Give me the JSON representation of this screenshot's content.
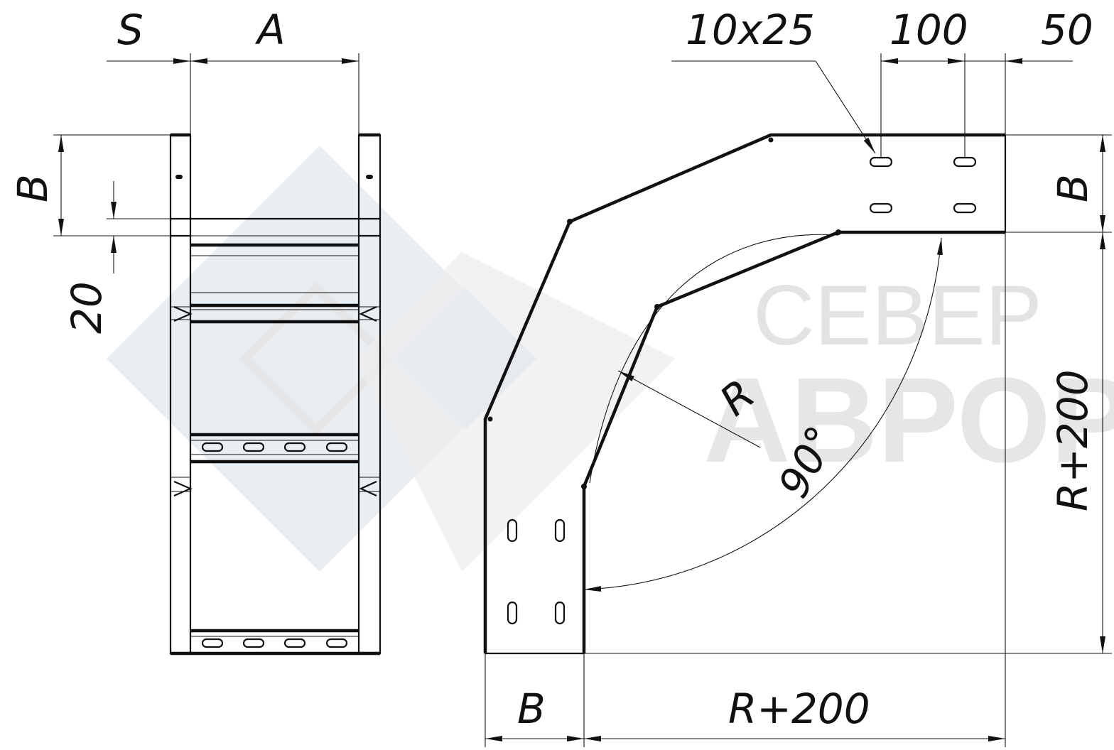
{
  "watermark": {
    "line1": "СЕВЕР",
    "line2": "АВРОРА",
    "color_light": "#dfe8ee",
    "color_blue": "#d6e6f3",
    "color_grey": "#e2e2e2"
  },
  "side_view": {
    "dims": {
      "s": "S",
      "a": "A",
      "b": "B",
      "rung": "20"
    }
  },
  "top_view": {
    "dims": {
      "slot": "10x25",
      "hole_pitch": "100",
      "edge_offset": "50",
      "b_right": "B",
      "radius": "R",
      "angle": "90°",
      "r_plus_vertical": "R+200",
      "b_bottom": "B",
      "r_plus_horizontal": "R+200"
    }
  },
  "colors": {
    "line": "#111111",
    "background": "#ffffff"
  }
}
